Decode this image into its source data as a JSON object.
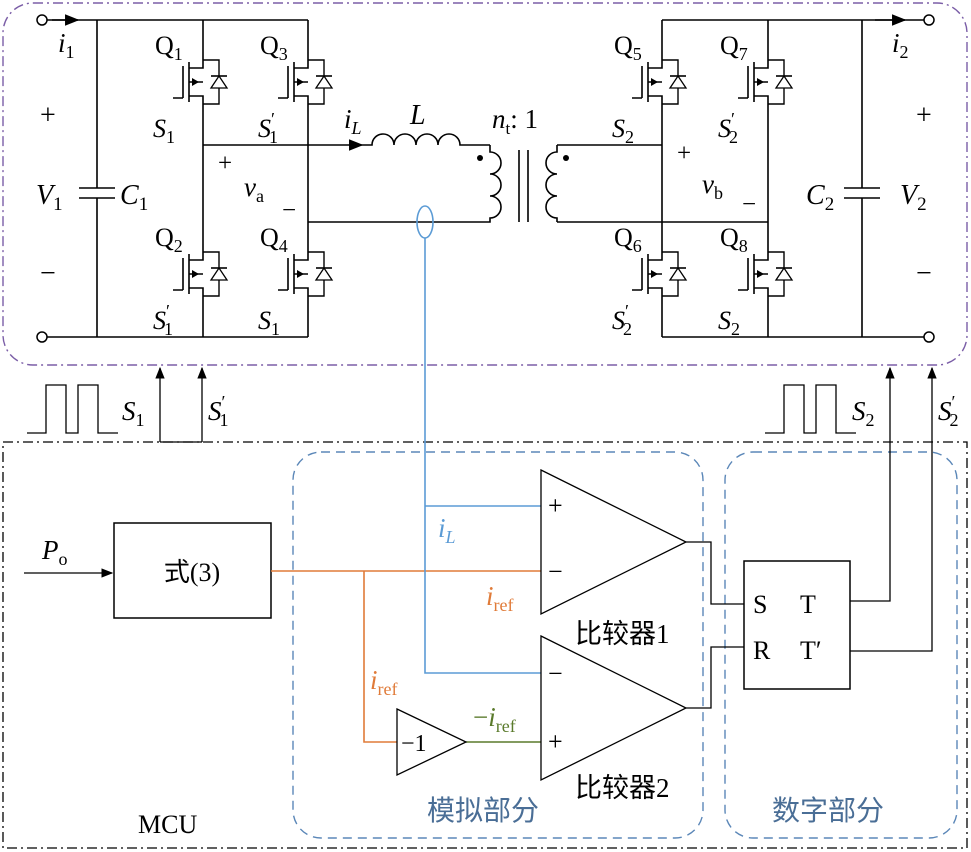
{
  "colors": {
    "power_border": "#7b5ea7",
    "blue_signal": "#5b9bd5",
    "orange_signal": "#e07b39",
    "green_signal": "#5a7a2b",
    "region_dash": "#5b87b8",
    "region_label": "#4a6e96"
  },
  "power": {
    "i1_sym": "i",
    "i1_sub": "1",
    "i2_sym": "i",
    "i2_sub": "2",
    "plus": "+",
    "minus": "−",
    "V1_sym": "V",
    "V1_sub": "1",
    "V2_sym": "V",
    "V2_sub": "2",
    "C1_sym": "C",
    "C1_sub": "1",
    "C2_sym": "C",
    "C2_sub": "2",
    "iL_sym": "i",
    "iL_sub": "L",
    "L": "L",
    "ratio_n": "n",
    "ratio_sub": "t",
    "ratio_rest": ": 1",
    "va_sym": "v",
    "va_sub": "a",
    "vb_sym": "v",
    "vb_sub": "b"
  },
  "switches": [
    {
      "q": "Q",
      "qs": "1",
      "g": "S",
      "gs": "1",
      "prime": ""
    },
    {
      "q": "Q",
      "qs": "3",
      "g": "S",
      "gs": "1",
      "prime": "′"
    },
    {
      "q": "Q",
      "qs": "2",
      "g": "S",
      "gs": "1",
      "prime": "′"
    },
    {
      "q": "Q",
      "qs": "4",
      "g": "S",
      "gs": "1",
      "prime": ""
    },
    {
      "q": "Q",
      "qs": "5",
      "g": "S",
      "gs": "2",
      "prime": ""
    },
    {
      "q": "Q",
      "qs": "7",
      "g": "S",
      "gs": "2",
      "prime": "′"
    },
    {
      "q": "Q",
      "qs": "6",
      "g": "S",
      "gs": "2",
      "prime": "′"
    },
    {
      "q": "Q",
      "qs": "8",
      "g": "S",
      "gs": "2",
      "prime": ""
    }
  ],
  "gates": {
    "S1_sym": "S",
    "S1_sub": "1",
    "S1p_prime": "′",
    "S2_sym": "S",
    "S2_sub": "2",
    "S2p_prime": "′"
  },
  "control": {
    "po_sym": "P",
    "po_sub": "o",
    "block_label": "式(3)",
    "iL_sym": "i",
    "iL_sub": "L",
    "iref_sym": "i",
    "iref_sub": "ref",
    "neg_iref_prefix": "−",
    "inverter_label": "−1",
    "comp_plus": "+",
    "comp_minus": "−",
    "comparator1": "比较器1",
    "comparator2": "比较器2",
    "ff_S": "S",
    "ff_R": "R",
    "ff_T": "T",
    "ff_Tp": "T′",
    "mcu": "MCU",
    "analog_region": "模拟部分",
    "digital_region": "数字部分"
  }
}
